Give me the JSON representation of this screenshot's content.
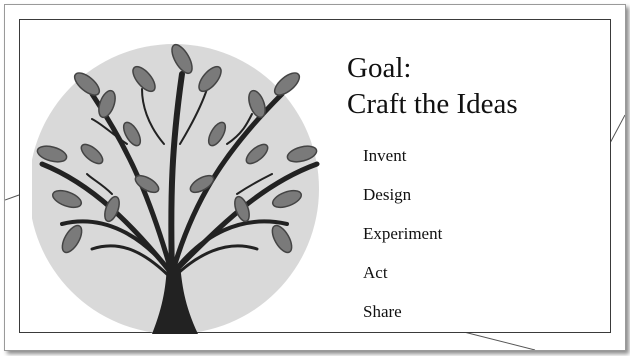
{
  "slide": {
    "title_line1": "Goal:",
    "title_line2": "Craft the Ideas",
    "bullets": [
      "Invent",
      "Design",
      "Experiment",
      "Act",
      "Share"
    ],
    "illustration": "tree-icon"
  },
  "colors": {
    "circle": "#d9d9d9",
    "trunk": "#222222",
    "leaf": "#7a7a7a",
    "border": "#3a3a3a"
  }
}
